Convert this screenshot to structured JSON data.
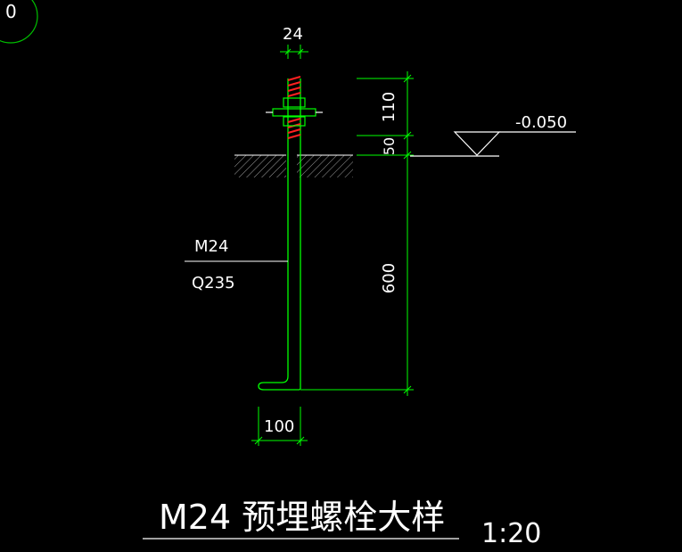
{
  "title": "M24 预埋螺栓大样",
  "scale": "1:20",
  "axis_bubble": "0",
  "material_label_top": "M24",
  "material_label_bottom": "Q235",
  "level_mark": "-0.050",
  "dimensions": {
    "bolt_width": "24",
    "top_projection": "110",
    "gap": "50",
    "embed_depth": "600",
    "hook_length": "100"
  },
  "colors": {
    "background": "#000000",
    "line": "#ffffff",
    "dimension": "#00ff00",
    "thread": "#ff0000"
  }
}
